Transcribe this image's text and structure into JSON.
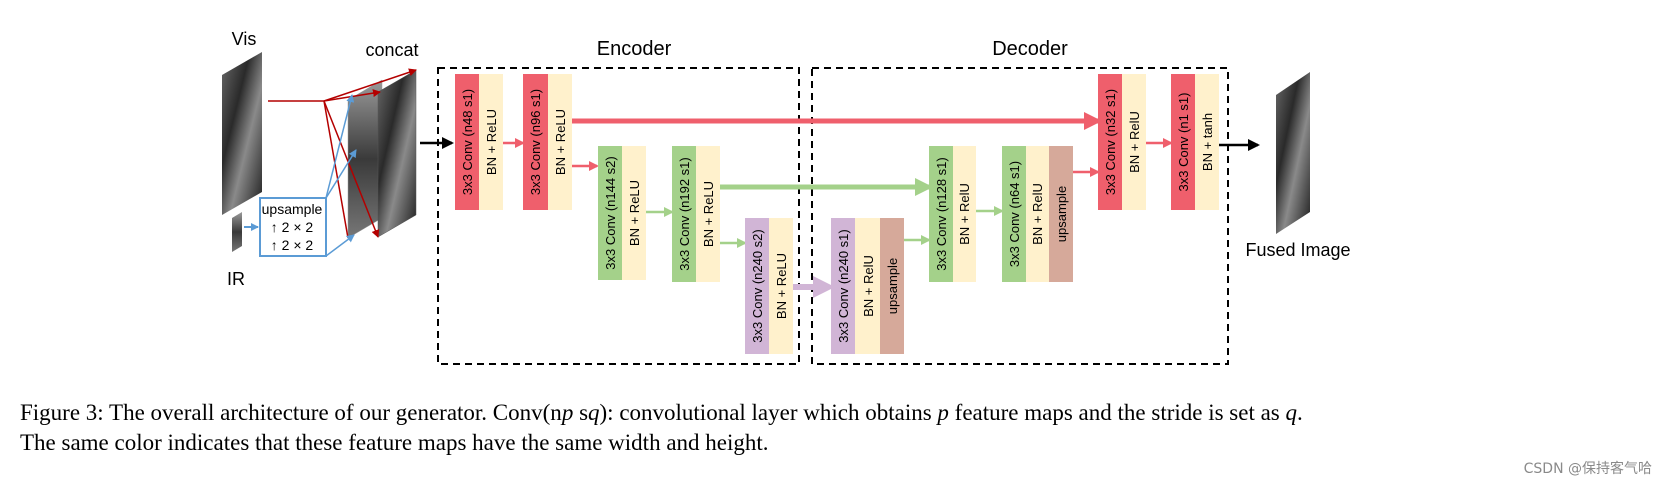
{
  "inputs": {
    "vis_label": "Vis",
    "ir_label": "IR",
    "concat_label": "concat",
    "upsample_title": "upsample",
    "upsample_line1": "↑ 2 × 2",
    "upsample_line2": "↑ 2 × 2"
  },
  "sections": {
    "encoder": "Encoder",
    "decoder": "Decoder"
  },
  "output_label": "Fused Image",
  "colors": {
    "red": "#ef5f6c",
    "green": "#a4d18a",
    "purple": "#d1b5d6",
    "yellow": "#fff1cc",
    "brown": "#d6a99a",
    "blue": "#5b9bd5",
    "dark_red": "#b40000"
  },
  "encoder_blocks": [
    {
      "conv": "3x3 Conv (n48 s1)",
      "act": "BN + ReLU",
      "color": "red"
    },
    {
      "conv": "3x3 Conv (n96 s1)",
      "act": "BN + ReLU",
      "color": "red"
    },
    {
      "conv": "3x3 Conv (n144 s2)",
      "act": "BN + ReLU",
      "color": "green"
    },
    {
      "conv": "3x3 Conv (n192 s1)",
      "act": "BN + ReLU",
      "color": "green"
    },
    {
      "conv": "3x3 Conv (n240 s2)",
      "act": "BN + ReLU",
      "color": "purple"
    }
  ],
  "decoder_blocks": [
    {
      "conv": "3x3 Conv (n240 s1)",
      "act": "BN + RelU",
      "extra": "upsample",
      "color": "purple"
    },
    {
      "conv": "3x3 Conv (n128 s1)",
      "act": "BN + RelU",
      "color": "green"
    },
    {
      "conv": "3x3 Conv (n64 s1)",
      "act": "BN + RelU",
      "extra": "upsample",
      "color": "green"
    },
    {
      "conv": "3x3 Conv (n32 s1)",
      "act": "BN + RelU",
      "color": "red"
    },
    {
      "conv": "3x3 Conv (n1 s1)",
      "act": "BN + tanh",
      "color": "red"
    }
  ],
  "caption": {
    "t1": "Figure 3: The overall architecture of our generator. Conv(n",
    "p1": "p",
    "t2": " s",
    "q1": "q",
    "t3": "): convolutional layer which obtains ",
    "p2": "p",
    "t4": " feature maps and the stride is set as ",
    "q2": "q",
    "t5": ".",
    "line2": "The same color indicates that these feature maps have the same width and height."
  },
  "watermark": "CSDN @保持客气哈"
}
